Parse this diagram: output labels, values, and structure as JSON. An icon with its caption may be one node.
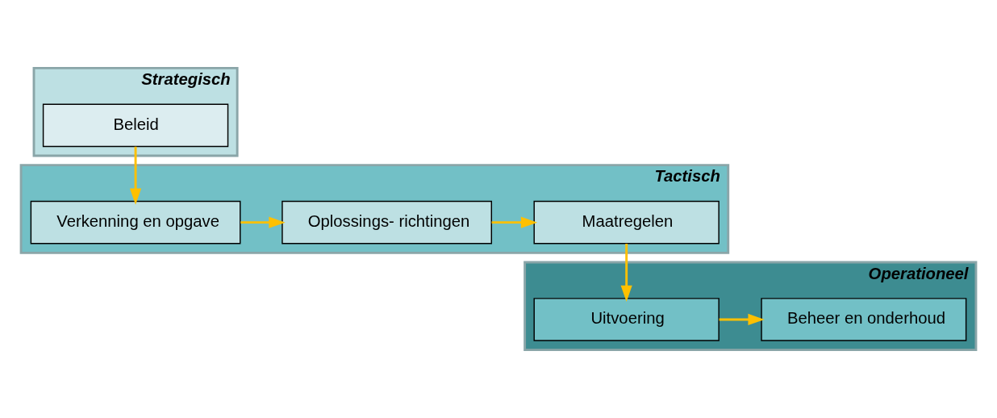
{
  "diagram": {
    "nodes": [
      {
        "text": [
          "Strategisch"
        ]
      },
      {
        "text": [
          "Beleid"
        ],
        "in": 0
      },
      {
        "text": [
          "Tactisch"
        ]
      },
      {
        "text": [
          "Verkenning en opgave"
        ],
        "in": 2
      },
      {
        "text": [
          "Oplossings- richtingen"
        ],
        "in": 2
      },
      {
        "text": [
          "Maatregelen"
        ],
        "in": 2
      },
      {
        "text": [
          "Operationeel"
        ]
      },
      {
        "text": [
          "Uitvoering"
        ],
        "in": 6
      },
      {
        "text": [
          "Beheer en onderhoud"
        ],
        "in": 6
      }
    ],
    "edges": [
      {
        "from": 1,
        "to": 3,
        "arrow": "to"
      },
      {
        "from": 3,
        "to": 4,
        "arrow": "to"
      },
      {
        "from": 4,
        "to": 5,
        "arrow": "to"
      },
      {
        "from": 5,
        "to": 7,
        "arrow": "to"
      },
      {
        "from": 7,
        "to": 8,
        "arrow": "to"
      }
    ]
  }
}
